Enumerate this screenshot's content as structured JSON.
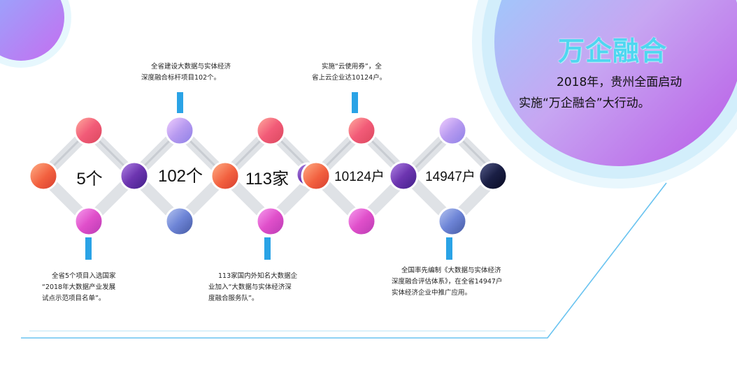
{
  "title": "万企融合",
  "subtitle": {
    "line1": "2018年，贵州全面启动",
    "line2": "实施“万企融合”大行动。"
  },
  "milestones": [
    {
      "value": "5个",
      "note": [
        "全省5个项目入选国家",
        "“2018年大数据产业发展",
        "试点示范项目名单”。"
      ]
    },
    {
      "value": "102个",
      "note": [
        "全省建设大数据与实体经济",
        "深度融合标杆项目102个。"
      ]
    },
    {
      "value": "113家",
      "note": [
        "113家国内外知名大数据企",
        "业加入“大数据与实体经济深",
        "度融合服务队”。"
      ]
    },
    {
      "value": "10124户",
      "note": [
        "实施“云使用券”，全",
        "省上云企业达10124户。"
      ]
    },
    {
      "value": "14947户",
      "note": [
        "全国率先编制《大数据与实体经济",
        "深度融合评估体系》，在全省14947户",
        "实体经济企业中推广应用。"
      ]
    }
  ],
  "colors": {
    "accent_cyan": "#4fd7f0",
    "connector_blue": "#2aa3e6",
    "orange": "#ee5a3c",
    "purple": "#7b3fb4",
    "magenta": "#e14fc3",
    "navy": "#141a3a"
  }
}
